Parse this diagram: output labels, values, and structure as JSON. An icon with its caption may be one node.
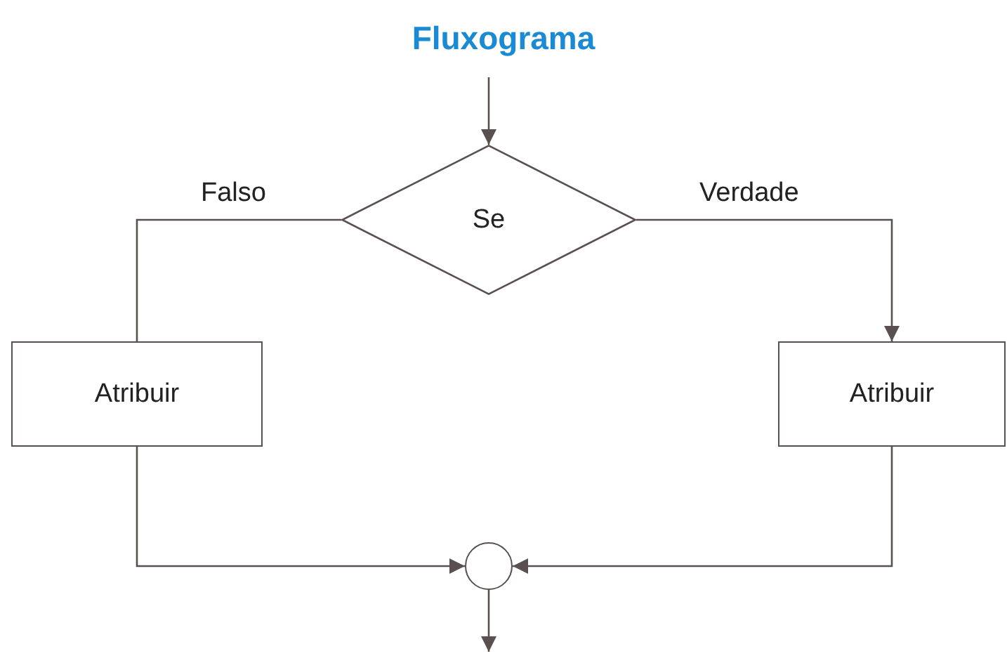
{
  "diagram": {
    "title": "Fluxograma",
    "nodes": [
      {
        "text": [
          "Se"
        ]
      },
      {
        "text": [
          "Atribuir"
        ]
      },
      {
        "text": [
          "Atribuir"
        ]
      },
      {
        "text": [],
        "shape": "circle"
      }
    ],
    "edges": [
      {
        "from": null,
        "to": 0,
        "arrow": "to"
      },
      {
        "from": 0,
        "to": 1,
        "label": "Falso",
        "arrow": "none"
      },
      {
        "from": 0,
        "to": 2,
        "label": "Verdade",
        "arrow": "to"
      },
      {
        "from": 1,
        "to": 3,
        "arrow": "to"
      },
      {
        "from": 2,
        "to": 3,
        "arrow": "to"
      },
      {
        "from": 3,
        "to": null,
        "arrow": "to"
      }
    ]
  }
}
